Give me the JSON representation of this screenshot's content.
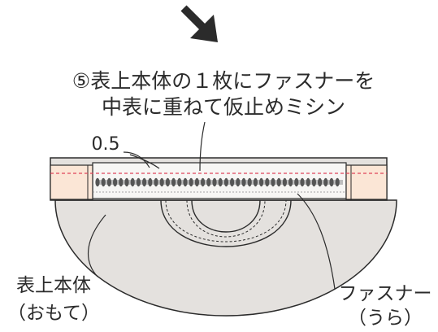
{
  "instruction": {
    "line1": "⑤表上本体の１枚にファスナーを",
    "line2": "中表に重ねて仮止めミシン"
  },
  "labels": {
    "seam_allowance": "0.5",
    "outer_body_line1": "表上本体",
    "outer_body_line2": "（おもて）",
    "zipper_line1": "ファスナー",
    "zipper_line2": "（うら）"
  },
  "colors": {
    "ink": "#2b2b2b",
    "fabric_fill": "#e4e1de",
    "zipper_tape": "#f7f6f4",
    "zipper_tab": "#fbe6d6",
    "stitch": "#e0445a",
    "zipper_teeth": "#555555"
  },
  "icons": {
    "direction_arrow": "arrow-down-right-icon"
  }
}
